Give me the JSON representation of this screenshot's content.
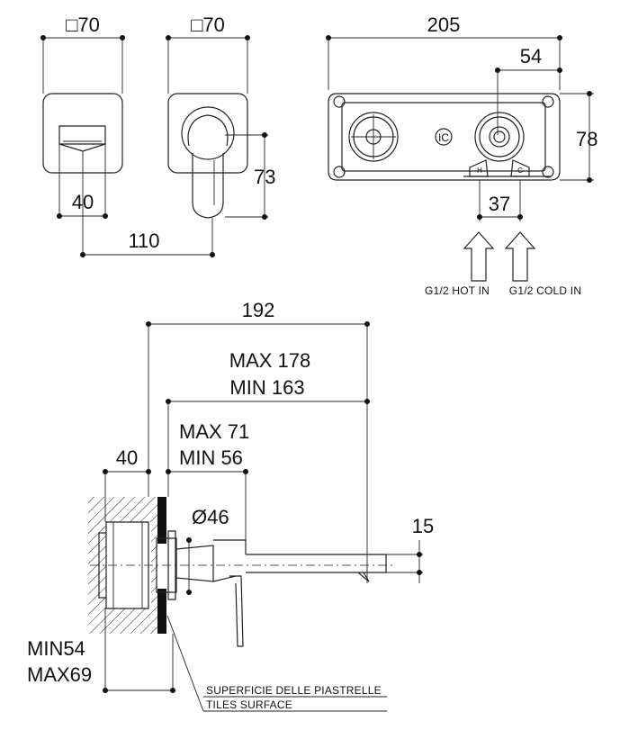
{
  "dimensions": {
    "plate_a": "□70",
    "plate_b": "□70",
    "width_total": "205",
    "d54": "54",
    "h78": "78",
    "h73": "73",
    "d40_spout": "40",
    "d110": "110",
    "d37": "37",
    "d192": "192",
    "max178": "MAX 178",
    "min163": "MIN 163",
    "max71": "MAX 71",
    "min56": "MIN 56",
    "d40_wall": "40",
    "dia46": "Ø46",
    "d15": "15",
    "min54": "MIN54",
    "max69": "MAX69"
  },
  "labels": {
    "hot_in": "G1/2 HOT IN",
    "cold_in": "G1/2 COLD IN",
    "tiles_it": "SUPERFICIE DELLE PIASTRELLE",
    "tiles_en": "TILES SURFACE",
    "hot_marker": "H",
    "cold_marker": "C"
  }
}
